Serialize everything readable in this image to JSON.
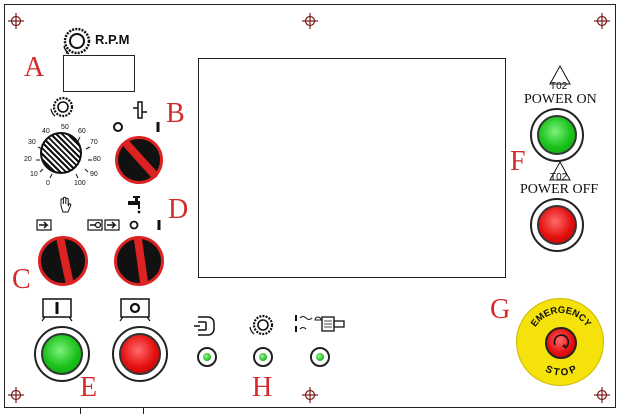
{
  "labels": {
    "rpm": "R.P.M",
    "power_on": "POWER ON",
    "power_off": "POWER OFF",
    "tag_on": "T02",
    "tag_off": "T02",
    "emergency_top": "EMERGENCY",
    "emergency_bottom": "STOP"
  },
  "section_letters": {
    "a": "A",
    "b": "B",
    "c": "C",
    "d": "D",
    "e": "E",
    "f": "F",
    "g": "G",
    "h": "H"
  },
  "speed_dial": {
    "ticks": [
      "0",
      "10",
      "20",
      "30",
      "40",
      "50",
      "60",
      "70",
      "80",
      "90",
      "100"
    ]
  },
  "colors": {
    "letter": "#d32b2b",
    "button_green": "#19c219",
    "button_red": "#e41010",
    "estop_ring": "#f5e20a",
    "knob_rim": "#d22222"
  },
  "icons": {
    "rpm": "rpm-speed-icon",
    "spindle": "spindle-icon",
    "hand": "hand-icon",
    "coolant": "coolant-tap-icon",
    "run_forward": "run-forward-icon",
    "stop_cycle": "stop-cycle-icon",
    "plug": "plug-icon",
    "lamp_speed": "speed-sensor-icon",
    "lamp_motor": "motor-icon"
  }
}
